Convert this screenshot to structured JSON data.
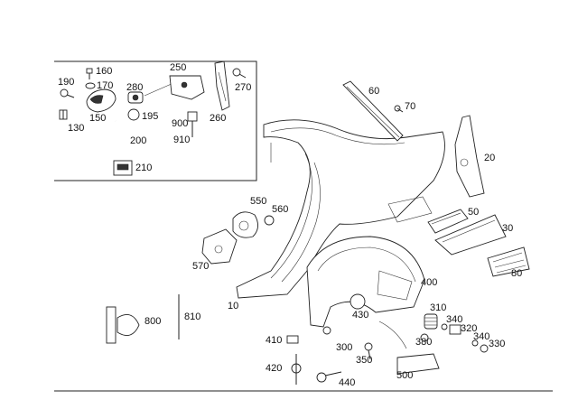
{
  "labels": {
    "p10": "10",
    "p20": "20",
    "p30": "30",
    "p50": "50",
    "p60": "60",
    "p70": "70",
    "p80": "80",
    "p130": "130",
    "p150": "150",
    "p160": "160",
    "p170": "170",
    "p190": "190",
    "p195": "195",
    "p200": "200",
    "p210": "210",
    "p250": "250",
    "p260": "260",
    "p270": "270",
    "p280": "280",
    "p300": "300",
    "p310": "310",
    "p320": "320",
    "p330": "330",
    "p340a": "340",
    "p340b": "340",
    "p350": "350",
    "p380": "380",
    "p400": "400",
    "p410": "410",
    "p420": "420",
    "p430": "430",
    "p440": "440",
    "p500": "500",
    "p550": "550",
    "p560": "560",
    "p570": "570",
    "p800": "800",
    "p810": "810",
    "p900": "900",
    "p910": "910"
  },
  "colors": {
    "ink": "#222222",
    "background": "#ffffff"
  }
}
